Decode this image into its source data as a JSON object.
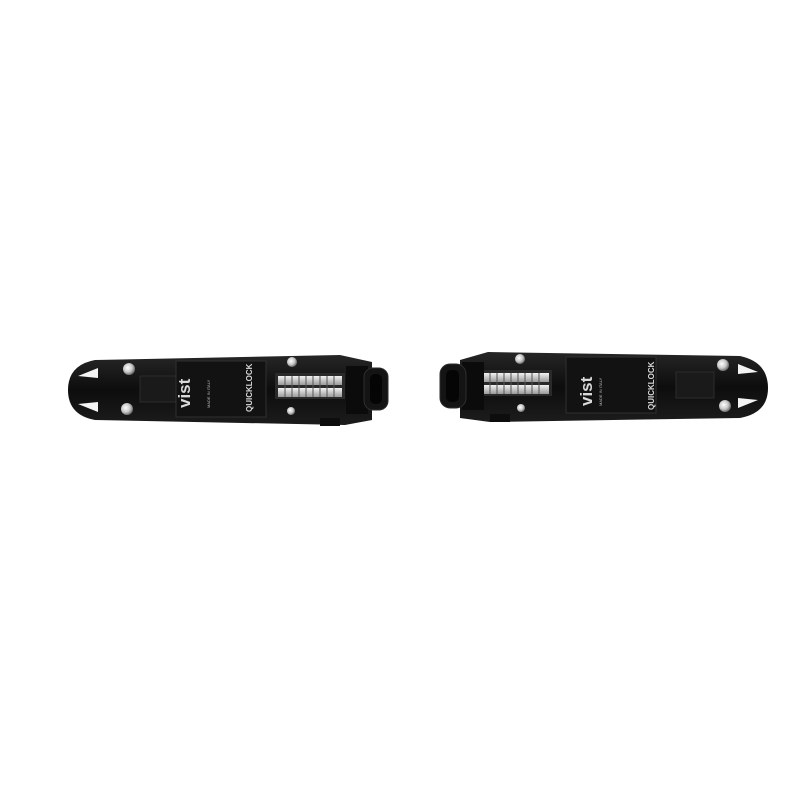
{
  "photo": {
    "background": "#ffffff",
    "product_color": "#111111",
    "left_plate": {
      "brand": "vist",
      "made_in": "MADE IN ITALY",
      "system": "QUICKLOCK"
    },
    "right_plate": {
      "brand": "vist",
      "made_in": "MADE IN ITALY",
      "system": "QUICKLOCK"
    }
  }
}
